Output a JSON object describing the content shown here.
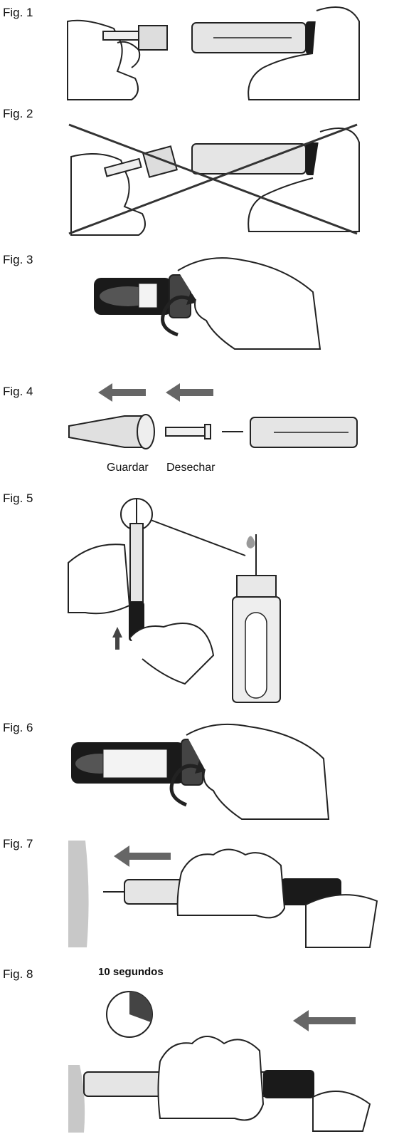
{
  "figures": [
    {
      "label": "Fig. 1"
    },
    {
      "label": "Fig. 2"
    },
    {
      "label": "Fig. 3"
    },
    {
      "label": "Fig. 4",
      "captions": [
        "Guardar",
        "Desechar"
      ]
    },
    {
      "label": "Fig. 5"
    },
    {
      "label": "Fig. 6"
    },
    {
      "label": "Fig. 7"
    },
    {
      "label": "Fig. 8",
      "captions": [
        "10 segundos"
      ]
    }
  ],
  "colors": {
    "ink": "#222222",
    "pen_dark": "#1a1a1a",
    "pen_light": "#dcdcdc",
    "arrow": "#666666",
    "wall": "#c8c8c8",
    "cross": "#333333"
  },
  "icons": [
    "hand-icon",
    "pen-icon",
    "needle-icon",
    "rotate-arrow-icon",
    "direction-arrow-icon",
    "clock-icon",
    "cross-mark-icon"
  ]
}
